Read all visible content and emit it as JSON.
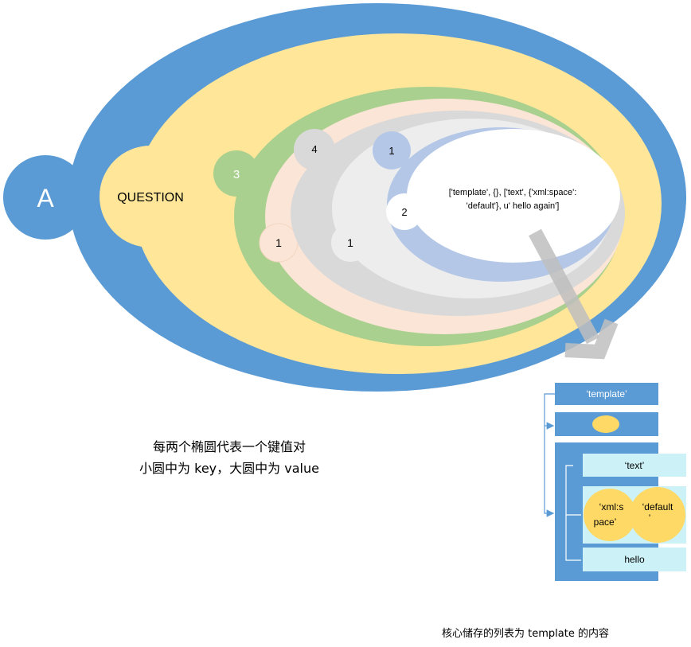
{
  "outer": {
    "a_label": "A",
    "question_label": "QUESTION",
    "key_3": "3",
    "key_4": "4",
    "key_1_blue": "1",
    "key_1_peach": "1",
    "key_1_grey": "1",
    "key_2": "2",
    "core_text_line1": "['template', {}, ['text', {'xml:space':",
    "core_text_line2": "'default'}, u' hello again']"
  },
  "list_diagram": {
    "template_label": "‘template’",
    "text_label": "‘text’",
    "xml_space_line1": "‘xml:s",
    "xml_space_line2": "pace’",
    "default_line1": "‘default",
    "default_line2": "’",
    "hello_label": "hello"
  },
  "captions": {
    "main_line1": "每两个椭圆代表一个键值对",
    "main_line2": "小圆中为 key，大圆中为 value",
    "footer": "核心储存的列表为 template 的内容"
  },
  "colors": {
    "blue": "#5b9bd5",
    "yellow": "#ffe699",
    "green": "#a9d08e",
    "peach": "#fbe5d6",
    "grey": "#d9d9d9",
    "light_grey": "#ededed",
    "light_blue": "#b4c7e7",
    "cyan": "#ccf2f8",
    "circle_yellow": "#ffd966"
  }
}
